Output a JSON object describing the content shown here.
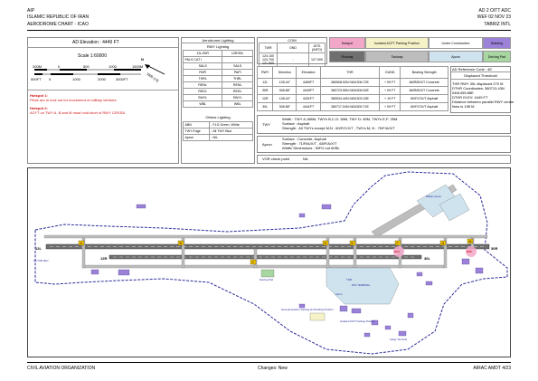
{
  "header": {
    "publication": "AIP",
    "state": "ISLAMIC REPUBLIC OF IRAN",
    "chart_title": "AERODROME CHART - ICAO",
    "section": "AD 2 OITT ADC",
    "date": "WEF 02 NOV 23",
    "aerodrome": "TABRIZ INTL"
  },
  "elevation": {
    "label": "AD Elevation : 4449 FT"
  },
  "scale": {
    "label": "Scale 1:60000",
    "ticks_m": [
      "200M",
      "0",
      "500",
      "1000",
      "1500M"
    ],
    "ticks_ft": [
      "500FT",
      "0",
      "1000",
      "2000",
      "3000FT"
    ],
    "north_label": "N",
    "var_label": "VAR 5°E"
  },
  "hotspots": {
    "hs1_title": "Hotspot 1:",
    "hs1_text": "Pilots are to look out for movement of military vehicles",
    "hs2_title": "Hotspot 2:",
    "hs2_text": "ACFT on TWY A, B and M must hold short of RWY 12R/30L"
  },
  "lighting": {
    "title": "Aerodrome Lighting",
    "rwy_title": "RWY Lighting",
    "rwy_head": [
      "12L/30R",
      "12R/30L"
    ],
    "pals": "PALS CAT I",
    "rows": [
      [
        "SALS",
        "SALS"
      ],
      [
        "PAPI",
        "PAPI"
      ],
      [
        "THRL",
        "THRL"
      ],
      [
        "RENL",
        "RENL"
      ],
      [
        "REDL",
        "REDL"
      ],
      [
        "SWYL",
        "SWYL"
      ],
      [
        "WBL",
        "WBL"
      ]
    ],
    "other_title": "Others Lighting",
    "other_rows": [
      [
        "ABN",
        ": FLG Green, White"
      ],
      [
        "TWY Edge",
        ": All TWY Blue"
      ],
      [
        "Apron",
        ": NIL"
      ]
    ]
  },
  "com": {
    "title": "COM",
    "head": [
      "TWR",
      "GND",
      "ATIS (INFO)"
    ],
    "twr": "124.100 124.700 121.900",
    "gnd": "-",
    "atis": "127.000"
  },
  "legend": {
    "hotspot": "Hotspot",
    "isolated": "Isolated ACFT Parking Position",
    "construction": "Under Construction",
    "building": "Building",
    "runway": "Runway",
    "taxiway": "Taxiway",
    "apron": "Apron",
    "deicing": "Deicing Pad",
    "colors": {
      "hotspot": "#f2a7c9",
      "isolated": "#f6f2c8",
      "runway": "#6f6f6f",
      "taxiway": "#bdbdbd",
      "apron": "#cfe3ef",
      "building": "#9b82d8",
      "deicing": "#a7d6a0"
    }
  },
  "runways": {
    "head": [
      "RWY",
      "Direction",
      "Elevation",
      "THR",
      "GUND",
      "Bearing Strength"
    ],
    "rows": [
      [
        "12L",
        "128.44°",
        "4450FT",
        "380508.53N 0461306.72E",
        "+ 09 FT",
        "66/R/B/X/T Concrete"
      ],
      [
        "30R",
        "308.88°",
        "4449FT",
        "380723.65N 0461506.52E",
        "+ 09 FT",
        "66/R/B/X/T Concrete"
      ],
      [
        "12R",
        "128.44°",
        "4431FT",
        "380534.44N 0461303.15E",
        "+ 10 FT",
        "60/F/C/X/T Asphalt"
      ],
      [
        "30L",
        "308.88°",
        "4441FT",
        "380717.04N 0461500.71E",
        "+ 09 FT",
        "60/F/C/X/T Asphalt"
      ]
    ],
    "ref": {
      "title": "AD Reference Code : 4E",
      "displaced": "Displaced Threshold",
      "lines": [
        "THR RWY 30L displaced 270 M",
        "DTHR Coordinates: 380713.43N",
        "0461455.88E",
        "DTHR ELEV: 4449 FT",
        "Distance between parallel RWY centre",
        "lines is 198 M"
      ]
    }
  },
  "twy": {
    "label": "TWY",
    "width": "Width : TWY A,188M, TWYs B,C,G: 38M, TWY D: 45M, TWYs E,F: 25M",
    "surface": "Surface : Asphalt",
    "strength": "Strength : All TWYs except M,N : 60/F/C/X/T , TWYs M, N : 79/F/A/X/T"
  },
  "apron": {
    "label": "Apron",
    "surface": "Surface : Concrete, Asphalt",
    "strength": "Strength : 71/R/A/X/T , 68/F/A/X/T",
    "width": "Width/ Dimensions : INFO not AVBL"
  },
  "vor": {
    "label": "VOR check point",
    "value": "NIL"
  },
  "map_labels": {
    "apron_south": "Apron",
    "deicing": "Deicing Pad",
    "mil_apron": "Military Apron",
    "training": "General Aviation Training and Parking Position",
    "isolated": "Isolated ACFT Parking Position",
    "twr": "TWR",
    "pax": "PAX TERMINAL",
    "cargo": "Cargo Terminal",
    "atis_left": "127.000 MHz",
    "rwy12r": "12R",
    "rwy12l": "12L",
    "rwy30l": "30L",
    "rwy30r": "30R",
    "twy_a": "A",
    "twy_b": "B",
    "twy_c": "C",
    "twy_d": "D",
    "twy_e": "E",
    "twy_f": "F",
    "twy_g": "G",
    "twy_m": "M",
    "twy_n": "N",
    "hs1": "HS1",
    "hs2": "HS2"
  },
  "footer": {
    "org": "CIVIL AVIATION ORGANIZATION",
    "changes": "Changes: New",
    "amdt": "AIRAC AMDT 4/23"
  }
}
